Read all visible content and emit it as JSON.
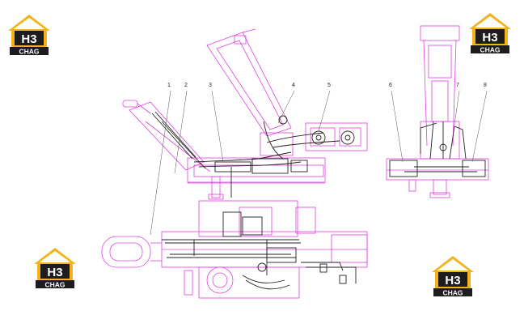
{
  "logos": [
    {
      "id": "tl",
      "mark": "H3",
      "sub": "CHAG"
    },
    {
      "id": "tr",
      "mark": "H3",
      "sub": "CHAG"
    },
    {
      "id": "bl",
      "mark": "H3",
      "sub": "CHAG"
    },
    {
      "id": "br",
      "mark": "H3",
      "sub": "CHAG"
    }
  ],
  "callouts": [
    "1",
    "2",
    "3",
    "4",
    "5",
    "6",
    "7",
    "8"
  ],
  "colors": {
    "linework": "#e040e0",
    "hydraulics": "#222222",
    "logo_roof": "#f2b31c",
    "logo_dark": "#1d1d1d"
  }
}
